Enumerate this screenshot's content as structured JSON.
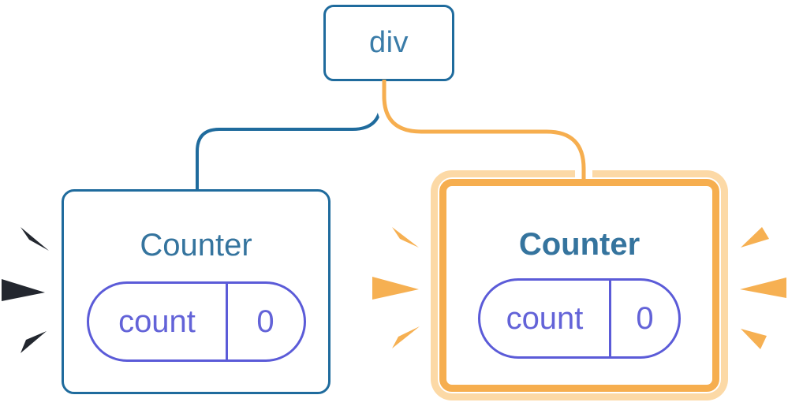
{
  "diagram": {
    "root_node": {
      "label": "div"
    },
    "left_counter": {
      "title": "Counter",
      "state": {
        "key": "count",
        "value": "0"
      },
      "highlighted": false
    },
    "right_counter": {
      "title": "Counter",
      "state": {
        "key": "count",
        "value": "0"
      },
      "highlighted": true
    }
  },
  "palette": {
    "blue_border": "#1f6b9d",
    "blue_text": "#35749e",
    "purple_border": "#5b5bd8",
    "purple_text": "#6363d8",
    "orange_line": "#f6ae4f",
    "orange_ring_light": "#fcd9a6",
    "orange_spark": "#f6b052",
    "navy_spark": "#23272f",
    "casing_white": "#ffffff"
  },
  "icons": {
    "left_burst": "burst-spark-icon",
    "right_burst_inner": "burst-spark-icon",
    "right_burst_outer": "burst-spark-icon"
  }
}
